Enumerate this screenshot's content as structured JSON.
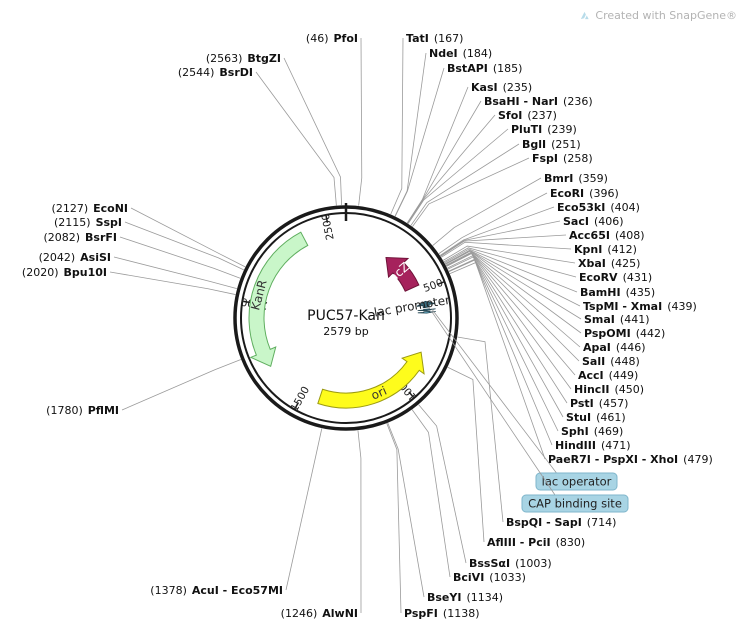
{
  "watermark": {
    "text": "Created with SnapGene®"
  },
  "plasmid": {
    "name": "PUC57-Kan",
    "length_label": "2579 bp",
    "length": 2579
  },
  "ticks": [
    {
      "pos": 500,
      "label": "500"
    },
    {
      "pos": 1000,
      "label": "1000"
    },
    {
      "pos": 1500,
      "label": "1500"
    },
    {
      "pos": 2000,
      "label": "2000"
    },
    {
      "pos": 2500,
      "label": "2500"
    }
  ],
  "features": [
    {
      "name": "lacZα",
      "label": "lacZα",
      "start": 470,
      "end": 240,
      "color": "#a6225c",
      "text_color": "#ffffff"
    },
    {
      "name": "lac promoter",
      "label": "lac promoter",
      "start": 590,
      "end": 560,
      "color": "#3b6e80",
      "text_color": "#222222"
    },
    {
      "name": "ori",
      "label": "ori",
      "start": 1420,
      "end": 820,
      "color": "#fefc1c",
      "text_color": "#333333"
    },
    {
      "name": "KanR",
      "label": "KanR",
      "start": 2380,
      "end": 1700,
      "color": "#c9f6c9",
      "text_color": "#333333"
    }
  ],
  "sites": [
    {
      "name": "PfoI",
      "pos": "(46)"
    },
    {
      "name": "TatI",
      "pos": "(167)"
    },
    {
      "name": "NdeI",
      "pos": "(184)"
    },
    {
      "name": "BstAPI",
      "pos": "(185)"
    },
    {
      "name": "KasI",
      "pos": "(235)"
    },
    {
      "name": "BsaHI - NarI",
      "pos": "(236)"
    },
    {
      "name": "SfoI",
      "pos": "(237)"
    },
    {
      "name": "PluTI",
      "pos": "(239)"
    },
    {
      "name": "BglI",
      "pos": "(251)"
    },
    {
      "name": "FspI",
      "pos": "(258)"
    },
    {
      "name": "BmrI",
      "pos": "(359)"
    },
    {
      "name": "EcoRI",
      "pos": "(396)"
    },
    {
      "name": "Eco53kI",
      "pos": "(404)"
    },
    {
      "name": "SacI",
      "pos": "(406)"
    },
    {
      "name": "Acc65I",
      "pos": "(408)"
    },
    {
      "name": "KpnI",
      "pos": "(412)"
    },
    {
      "name": "XbaI",
      "pos": "(425)"
    },
    {
      "name": "EcoRV",
      "pos": "(431)"
    },
    {
      "name": "BamHI",
      "pos": "(435)"
    },
    {
      "name": "TspMI - XmaI",
      "pos": "(439)"
    },
    {
      "name": "SmaI",
      "pos": "(441)"
    },
    {
      "name": "PspOMI",
      "pos": "(442)"
    },
    {
      "name": "ApaI",
      "pos": "(446)"
    },
    {
      "name": "SalI",
      "pos": "(448)"
    },
    {
      "name": "AccI",
      "pos": "(449)"
    },
    {
      "name": "HincII",
      "pos": "(450)"
    },
    {
      "name": "PstI",
      "pos": "(457)"
    },
    {
      "name": "StuI",
      "pos": "(461)"
    },
    {
      "name": "SphI",
      "pos": "(469)"
    },
    {
      "name": "HindIII",
      "pos": "(471)"
    },
    {
      "name": "PaeR7I - PspXI - XhoI",
      "pos": "(479)"
    },
    {
      "name": "BspQI - SapI",
      "pos": "(714)"
    },
    {
      "name": "AflIII - PciI",
      "pos": "(830)"
    },
    {
      "name": "BssSαI",
      "pos": "(1003)"
    },
    {
      "name": "BciVI",
      "pos": "(1033)"
    },
    {
      "name": "BseYI",
      "pos": "(1134)"
    },
    {
      "name": "PspFI",
      "pos": "(1138)"
    },
    {
      "name": "AlwNI",
      "pos": "(1246)"
    },
    {
      "name": "AcuI - Eco57MI",
      "pos": "(1378)"
    },
    {
      "name": "PflMI",
      "pos": "(1780)"
    },
    {
      "name": "Bpu10I",
      "pos": "(2020)"
    },
    {
      "name": "AsiSI",
      "pos": "(2042)"
    },
    {
      "name": "BsrFI",
      "pos": "(2082)"
    },
    {
      "name": "SspI",
      "pos": "(2115)"
    },
    {
      "name": "EcoNI",
      "pos": "(2127)"
    },
    {
      "name": "BsrDI",
      "pos": "(2544)"
    },
    {
      "name": "BtgZI",
      "pos": "(2563)"
    }
  ],
  "boxed_features": [
    {
      "label": "lac operator"
    },
    {
      "label": "CAP binding site"
    }
  ]
}
